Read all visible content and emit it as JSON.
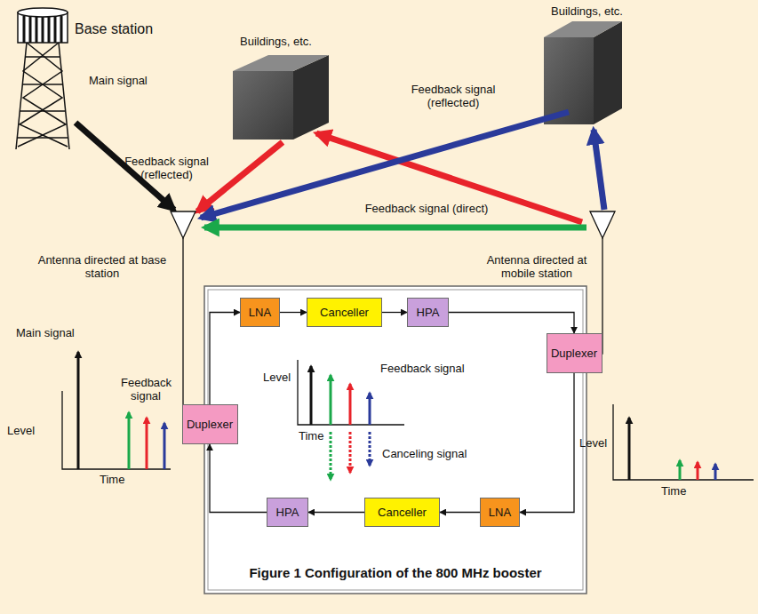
{
  "diagram": {
    "caption": "Figure 1 Configuration of the 800 MHz booster",
    "nodes": [
      {
        "text": [
          "LNA"
        ]
      },
      {
        "text": [
          "Canceller"
        ]
      },
      {
        "text": [
          "HPA"
        ]
      },
      {
        "text": [
          "Duplexer"
        ]
      },
      {
        "text": [
          "LNA"
        ]
      },
      {
        "text": [
          "Canceller"
        ]
      },
      {
        "text": [
          "HPA"
        ]
      },
      {
        "text": [
          "Duplexer"
        ]
      }
    ],
    "edges": [
      {
        "from": 7,
        "to": 0,
        "arrow": "to"
      },
      {
        "from": 0,
        "to": 1,
        "arrow": "to"
      },
      {
        "from": 1,
        "to": 2,
        "arrow": "to"
      },
      {
        "from": 2,
        "to": 3,
        "arrow": "to"
      },
      {
        "from": 3,
        "to": 4,
        "arrow": "to"
      },
      {
        "from": 4,
        "to": 5,
        "arrow": "to"
      },
      {
        "from": 5,
        "to": 6,
        "arrow": "to"
      },
      {
        "from": 6,
        "to": 7,
        "arrow": "to"
      }
    ],
    "labels": [
      "Base station",
      "Main signal",
      "Buildings, etc.",
      "Buildings, etc.",
      "Feedback signal (reflected)",
      "Feedback signal (reflected)",
      "Feedback signal (direct)",
      "Antenna directed at base station",
      "Antenna directed at mobile station",
      "Main signal",
      "Level",
      "Feedback signal",
      "Time",
      "Level",
      "Time",
      "Feedback signal",
      "Canceling signal",
      "Level",
      "Time"
    ]
  }
}
